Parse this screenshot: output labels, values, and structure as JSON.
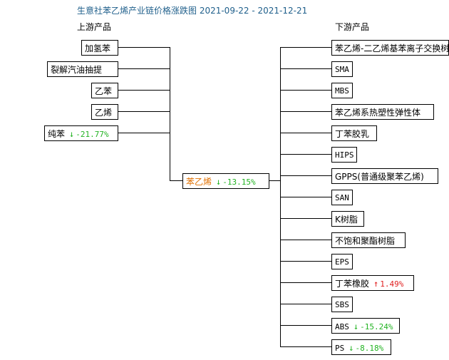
{
  "title": "生意社苯乙烯产业链价格涨跌图 2021-09-22 - 2021-12-21",
  "labels": {
    "upstream": "上游产品",
    "downstream": "下游产品"
  },
  "colors": {
    "title": "#1f5f8b",
    "center": "#e07000",
    "down": "#22b322",
    "up": "#e02020"
  },
  "center": {
    "name": "苯乙烯",
    "arrow": "↓",
    "change": "-13.15%"
  },
  "upstream": [
    {
      "name": "加氢苯"
    },
    {
      "name": "裂解汽油抽提"
    },
    {
      "name": "乙苯"
    },
    {
      "name": "乙烯"
    },
    {
      "name": "纯苯",
      "arrow": "↓",
      "change": "-21.77%"
    }
  ],
  "downstream": [
    {
      "name": "苯乙烯-二乙烯基苯离子交换树脂"
    },
    {
      "name": "SMA"
    },
    {
      "name": "MBS"
    },
    {
      "name": "苯乙烯系热塑性弹性体"
    },
    {
      "name": "丁苯胶乳"
    },
    {
      "name": "HIPS"
    },
    {
      "name": "GPPS(普通级聚苯乙烯)"
    },
    {
      "name": "SAN"
    },
    {
      "name": "K树脂"
    },
    {
      "name": "不饱和聚酯树脂"
    },
    {
      "name": "EPS"
    },
    {
      "name": "丁苯橡胶",
      "arrow": "↑",
      "change": "1.49%",
      "dir": "up"
    },
    {
      "name": "SBS"
    },
    {
      "name": "ABS",
      "arrow": "↓",
      "change": "-15.24%"
    },
    {
      "name": "PS",
      "arrow": "↓",
      "change": "-8.18%"
    }
  ]
}
